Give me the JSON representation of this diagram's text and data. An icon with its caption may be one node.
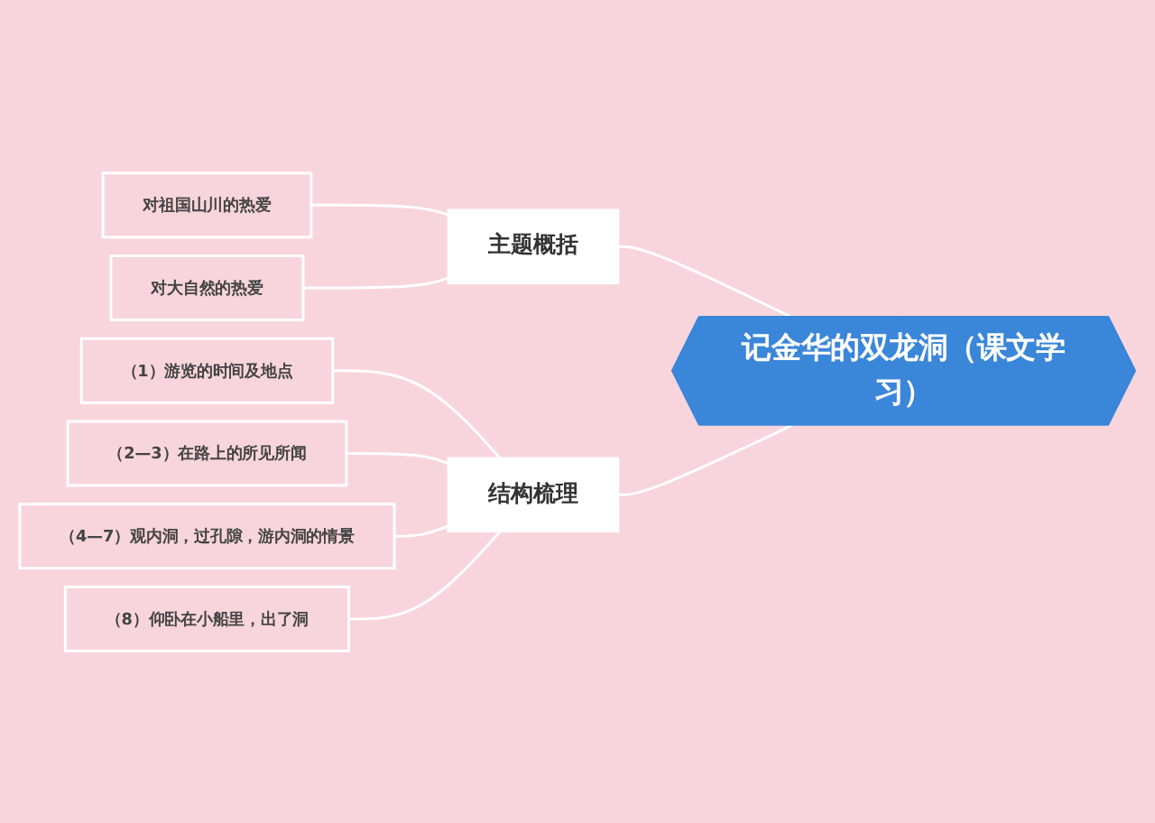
{
  "diagram": {
    "nodes": [
      {
        "text": [
          "记金华的双龙洞（课文学习）"
        ]
      },
      {
        "text": [
          "主题概括"
        ]
      },
      {
        "text": [
          "对祖国山川的热爱"
        ]
      },
      {
        "text": [
          "对大自然的热爱"
        ]
      },
      {
        "text": [
          "结构梳理"
        ]
      },
      {
        "text": [
          "（1）游览的时间及地点"
        ]
      },
      {
        "text": [
          "（2—3）在路上的所见所闻"
        ]
      },
      {
        "text": [
          "（4—7）观内洞，过孔隙，游内洞的情景"
        ]
      },
      {
        "text": [
          "（8）仰卧在小船里，出了洞"
        ]
      }
    ],
    "edges": [
      {
        "from": 0,
        "to": 1,
        "arrow": "none"
      },
      {
        "from": 1,
        "to": 2,
        "arrow": "none"
      },
      {
        "from": 1,
        "to": 3,
        "arrow": "none"
      },
      {
        "from": 0,
        "to": 4,
        "arrow": "none"
      },
      {
        "from": 4,
        "to": 5,
        "arrow": "none"
      },
      {
        "from": 4,
        "to": 6,
        "arrow": "none"
      },
      {
        "from": 4,
        "to": 7,
        "arrow": "none"
      },
      {
        "from": 4,
        "to": 8,
        "arrow": "none"
      }
    ]
  }
}
